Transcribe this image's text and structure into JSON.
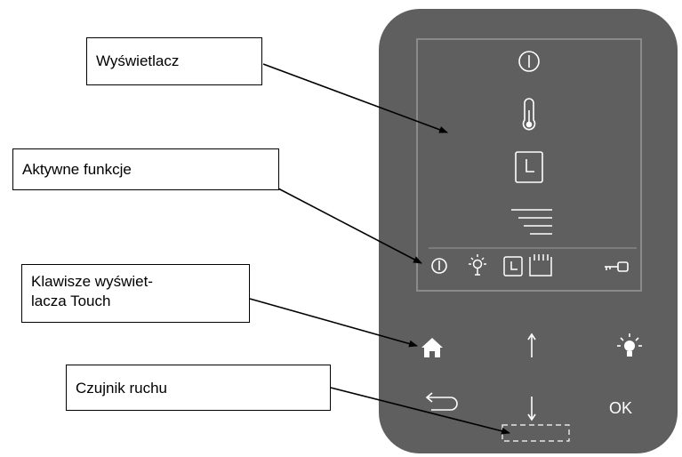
{
  "callouts": {
    "display": "Wyświetlacz",
    "active_functions": "Aktywne funkcje",
    "touch_keys_line1": "Klawisze wyświet-",
    "touch_keys_line2": "lacza Touch",
    "motion_sensor": "Czujnik ruchu"
  },
  "device": {
    "display_icons": [
      "power-icon",
      "thermometer-icon",
      "clock-icon",
      "menu-lines-icon"
    ],
    "status_icons": [
      "power-icon",
      "light-bulb-icon",
      "clock-icon",
      "calendar-icon",
      "key-icon"
    ],
    "keys": [
      "home-icon",
      "arrow-up-icon",
      "light-bulb-icon",
      "back-icon",
      "arrow-down-icon",
      "ok-key"
    ],
    "ok_label": "OK"
  },
  "colors": {
    "panel": "#5f5f5f",
    "display_border": "#8a8a8a",
    "icon": "#ffffff",
    "callout_border": "#000000"
  }
}
